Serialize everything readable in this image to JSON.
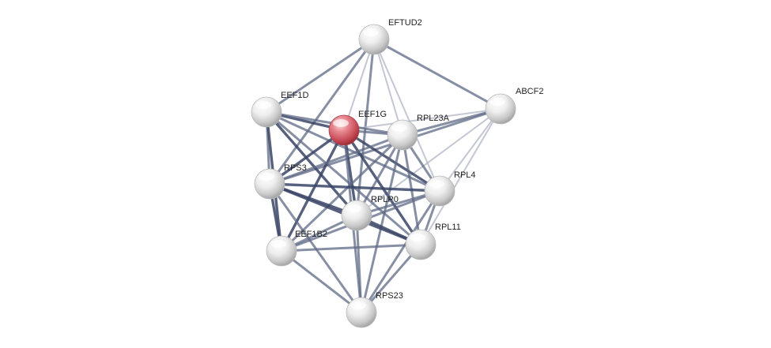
{
  "network": {
    "query_node": "EEF1G",
    "colors": {
      "query_node": "#d9606a",
      "default_node": "#e8e8e8",
      "edge_strong": "#3a4566",
      "edge_medium": "#5f6a86",
      "edge_weak": "#b4b9c8"
    },
    "nodes": [
      {
        "id": "EFTUD2",
        "label": "EFTUD2"
      },
      {
        "id": "ABCF2",
        "label": "ABCF2"
      },
      {
        "id": "EEF1D",
        "label": "EEF1D"
      },
      {
        "id": "EEF1G",
        "label": "EEF1G"
      },
      {
        "id": "RPL23A",
        "label": "RPL23A"
      },
      {
        "id": "RPS3",
        "label": "RPS3"
      },
      {
        "id": "RPL4",
        "label": "RPL4"
      },
      {
        "id": "RPLP0",
        "label": "RPLP0"
      },
      {
        "id": "EEF1B2",
        "label": "EEF1B2"
      },
      {
        "id": "RPL11",
        "label": "RPL11"
      },
      {
        "id": "RPS23",
        "label": "RPS23"
      }
    ],
    "edges": [
      {
        "source": "EFTUD2",
        "target": "ABCF2",
        "strength": "medium"
      },
      {
        "source": "EFTUD2",
        "target": "EEF1D",
        "strength": "medium"
      },
      {
        "source": "EFTUD2",
        "target": "EEF1G",
        "strength": "weak"
      },
      {
        "source": "EFTUD2",
        "target": "RPL23A",
        "strength": "weak"
      },
      {
        "source": "EFTUD2",
        "target": "RPS3",
        "strength": "medium"
      },
      {
        "source": "EFTUD2",
        "target": "RPL4",
        "strength": "weak"
      },
      {
        "source": "EFTUD2",
        "target": "RPLP0",
        "strength": "medium"
      },
      {
        "source": "ABCF2",
        "target": "EEF1G",
        "strength": "weak"
      },
      {
        "source": "ABCF2",
        "target": "RPL23A",
        "strength": "medium"
      },
      {
        "source": "ABCF2",
        "target": "RPS3",
        "strength": "medium"
      },
      {
        "source": "ABCF2",
        "target": "RPLP0",
        "strength": "weak"
      },
      {
        "source": "ABCF2",
        "target": "RPL4",
        "strength": "weak"
      },
      {
        "source": "ABCF2",
        "target": "RPL11",
        "strength": "weak"
      },
      {
        "source": "EEF1D",
        "target": "EEF1G",
        "strength": "strong"
      },
      {
        "source": "EEF1D",
        "target": "RPL23A",
        "strength": "medium"
      },
      {
        "source": "EEF1D",
        "target": "RPS3",
        "strength": "medium"
      },
      {
        "source": "EEF1D",
        "target": "RPL4",
        "strength": "medium"
      },
      {
        "source": "EEF1D",
        "target": "RPLP0",
        "strength": "strong"
      },
      {
        "source": "EEF1D",
        "target": "EEF1B2",
        "strength": "strong"
      },
      {
        "source": "EEF1D",
        "target": "RPL11",
        "strength": "medium"
      },
      {
        "source": "EEF1G",
        "target": "RPL23A",
        "strength": "medium"
      },
      {
        "source": "EEF1G",
        "target": "RPS3",
        "strength": "strong"
      },
      {
        "source": "EEF1G",
        "target": "RPL4",
        "strength": "strong"
      },
      {
        "source": "EEF1G",
        "target": "RPLP0",
        "strength": "strong"
      },
      {
        "source": "EEF1G",
        "target": "EEF1B2",
        "strength": "strong"
      },
      {
        "source": "EEF1G",
        "target": "RPL11",
        "strength": "strong"
      },
      {
        "source": "EEF1G",
        "target": "RPS23",
        "strength": "medium"
      },
      {
        "source": "RPL23A",
        "target": "RPS3",
        "strength": "medium"
      },
      {
        "source": "RPL23A",
        "target": "RPL4",
        "strength": "medium"
      },
      {
        "source": "RPL23A",
        "target": "RPLP0",
        "strength": "medium"
      },
      {
        "source": "RPL23A",
        "target": "EEF1B2",
        "strength": "medium"
      },
      {
        "source": "RPL23A",
        "target": "RPL11",
        "strength": "medium"
      },
      {
        "source": "RPL23A",
        "target": "RPS23",
        "strength": "medium"
      },
      {
        "source": "RPS3",
        "target": "RPL4",
        "strength": "strong"
      },
      {
        "source": "RPS3",
        "target": "RPLP0",
        "strength": "strong"
      },
      {
        "source": "RPS3",
        "target": "EEF1B2",
        "strength": "strong"
      },
      {
        "source": "RPS3",
        "target": "RPL11",
        "strength": "strong"
      },
      {
        "source": "RPS3",
        "target": "RPS23",
        "strength": "medium"
      },
      {
        "source": "RPL4",
        "target": "RPLP0",
        "strength": "medium"
      },
      {
        "source": "RPL4",
        "target": "EEF1B2",
        "strength": "medium"
      },
      {
        "source": "RPL4",
        "target": "RPL11",
        "strength": "medium"
      },
      {
        "source": "RPL4",
        "target": "RPS23",
        "strength": "medium"
      },
      {
        "source": "RPLP0",
        "target": "EEF1B2",
        "strength": "medium"
      },
      {
        "source": "RPLP0",
        "target": "RPL11",
        "strength": "strong"
      },
      {
        "source": "RPLP0",
        "target": "RPS23",
        "strength": "medium"
      },
      {
        "source": "EEF1B2",
        "target": "RPL11",
        "strength": "medium"
      },
      {
        "source": "EEF1B2",
        "target": "RPS23",
        "strength": "medium"
      },
      {
        "source": "RPL11",
        "target": "RPS23",
        "strength": "medium"
      }
    ]
  }
}
